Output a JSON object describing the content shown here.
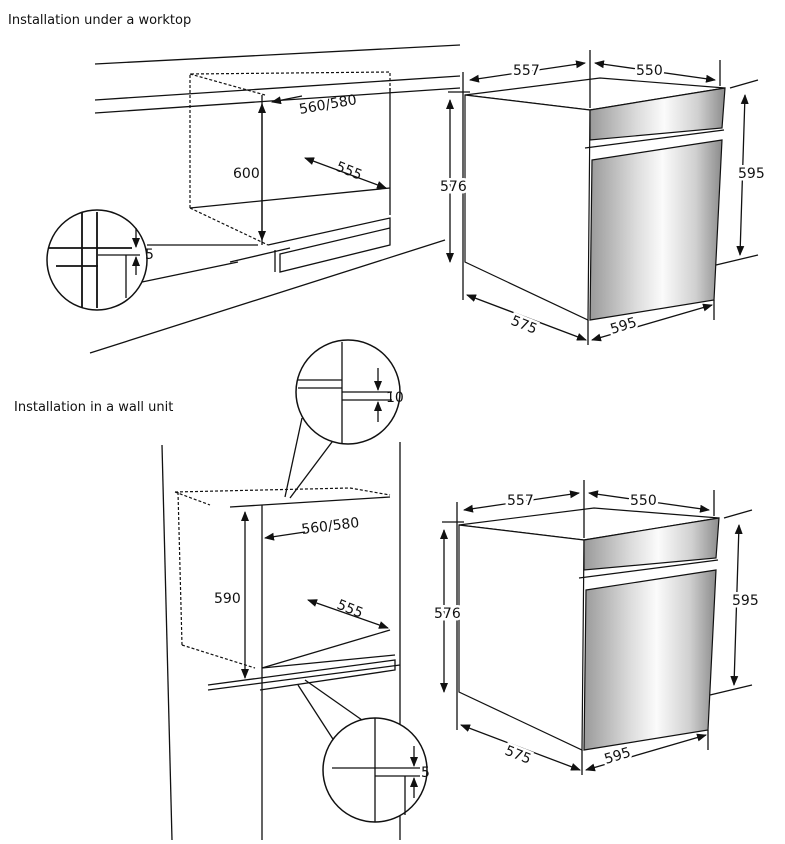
{
  "sections": [
    {
      "title": "Installation under a worktop",
      "niche": {
        "width": "560/580",
        "depth": "555",
        "height": "600"
      },
      "detail": {
        "gap": "5"
      },
      "oven": {
        "top_depth": "557",
        "top_width": "550",
        "side_height": "576",
        "front_height": "595",
        "bottom_depth": "575",
        "bottom_width": "595"
      }
    },
    {
      "title": "Installation in a wall unit",
      "niche": {
        "width": "560/580",
        "depth": "555",
        "height": "590"
      },
      "detail_top": {
        "gap": "10"
      },
      "detail_bottom": {
        "gap": "5"
      },
      "oven": {
        "top_depth": "557",
        "top_width": "550",
        "side_height": "576",
        "front_height": "595",
        "bottom_depth": "575",
        "bottom_width": "595"
      }
    }
  ],
  "colors": {
    "line": "#111111",
    "steel_light": "#f4f4f4",
    "steel_dark": "#8a8a8a"
  }
}
